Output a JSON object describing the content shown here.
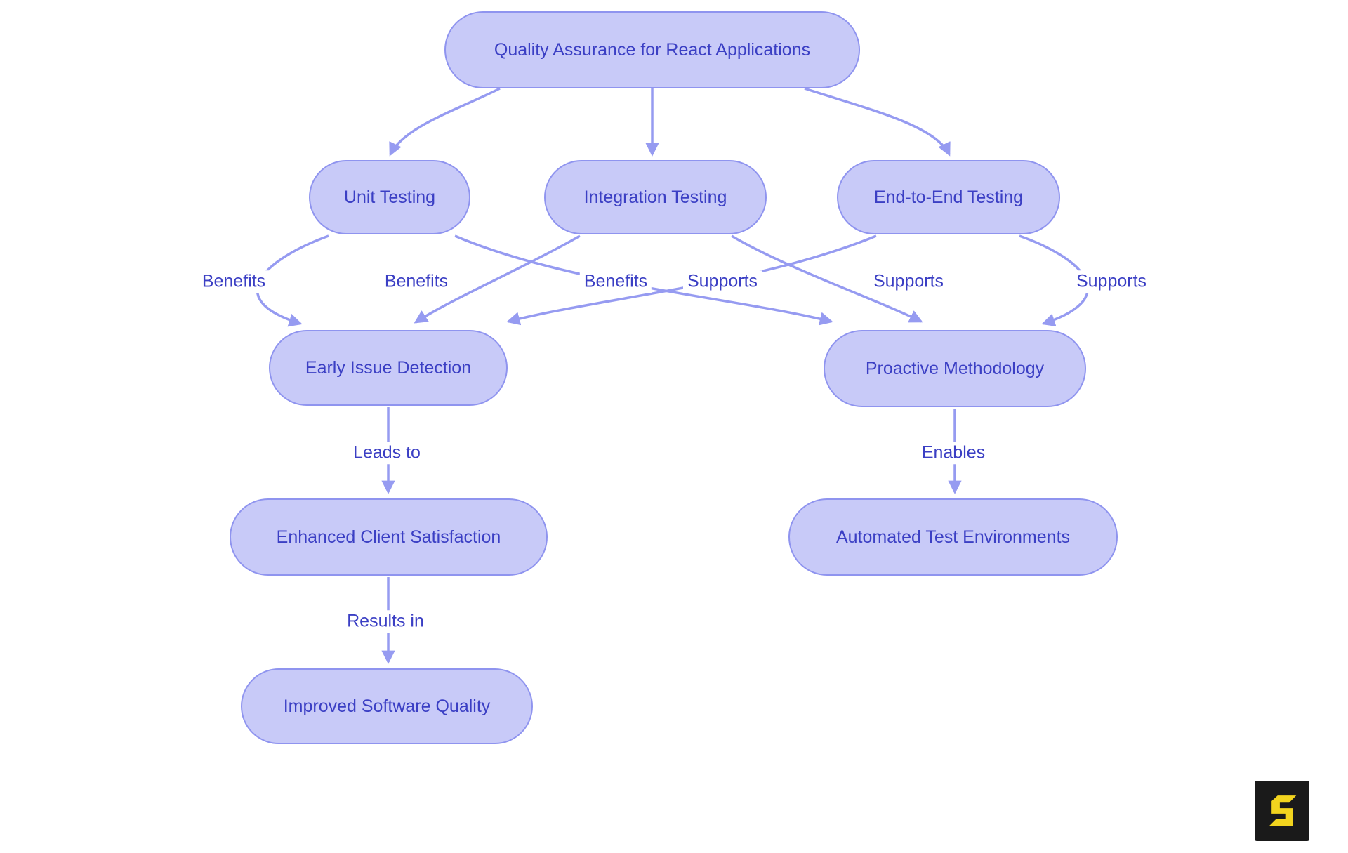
{
  "diagram": {
    "nodes": {
      "qa": {
        "label": "Quality Assurance for React Applications"
      },
      "unit": {
        "label": "Unit Testing"
      },
      "integration": {
        "label": "Integration Testing"
      },
      "e2e": {
        "label": "End-to-End Testing"
      },
      "early": {
        "label": "Early Issue Detection"
      },
      "proactive": {
        "label": "Proactive Methodology"
      },
      "enhanced": {
        "label": "Enhanced Client Satisfaction"
      },
      "automated": {
        "label": "Automated Test Environments"
      },
      "improved": {
        "label": "Improved Software Quality"
      }
    },
    "edges": {
      "unit_early": {
        "label": "Benefits"
      },
      "integration_early": {
        "label": "Benefits"
      },
      "e2e_early": {
        "label": "Benefits"
      },
      "unit_proactive": {
        "label": "Supports"
      },
      "integration_proactive": {
        "label": "Supports"
      },
      "e2e_proactive": {
        "label": "Supports"
      },
      "early_enhanced": {
        "label": "Leads to"
      },
      "proactive_automated": {
        "label": "Enables"
      },
      "enhanced_improved": {
        "label": "Results in"
      }
    },
    "colors": {
      "node_fill": "#c8caf8",
      "node_border": "#8f94ef",
      "node_text": "#3b3fc4",
      "edge": "#969bf1",
      "logo_background": "#1a1a1a",
      "logo_glyph": "#f2d41e"
    },
    "logo": {
      "letter": "S"
    }
  }
}
